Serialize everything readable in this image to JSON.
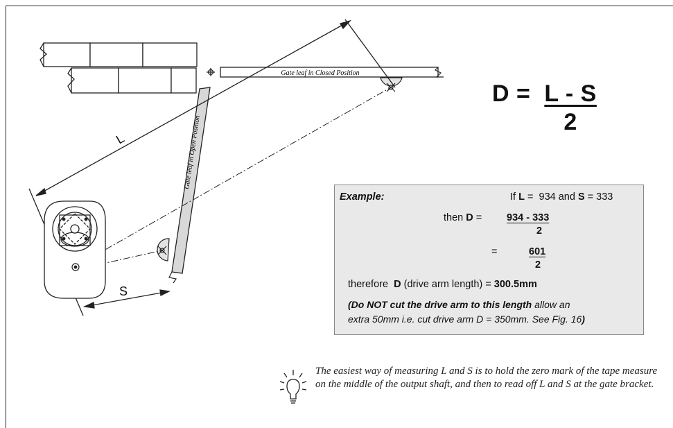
{
  "diagram": {
    "label_closed": "Gate leaf in Closed Position",
    "label_open": "Gate leaf in Open Position",
    "label_L": "L",
    "label_S": "S"
  },
  "formula": {
    "lhs": "D = ",
    "numerator": "L - S",
    "denominator": "2"
  },
  "example": {
    "heading": "Example:",
    "if_prefix": "If",
    "L": "L",
    "eq_934": "=  934 and",
    "S": "S",
    "eq_333": "= 333",
    "then_prefix": "then",
    "D": "D",
    "eq": "=",
    "numerator": "934 - 333",
    "denominator": "2",
    "eq2": "=",
    "numerator2": "601",
    "denominator2": "2",
    "therefore_prefix": "therefore",
    "D2": "D",
    "therefore_suffix": "(drive arm length) =",
    "result": "300.5mm",
    "note_open": "(Do NOT cut the drive arm to this length",
    "note_mid": " allow an",
    "note_line2": "extra 50mm i.e. cut drive arm D = 350mm. See Fig. 16",
    "note_close": ")"
  },
  "tip": {
    "icon": "lightbulb-icon",
    "text": "The easiest way of measuring L and S is to hold the zero mark of the tape measure on the middle of the output shaft, and then to read off L and S at the gate bracket."
  }
}
